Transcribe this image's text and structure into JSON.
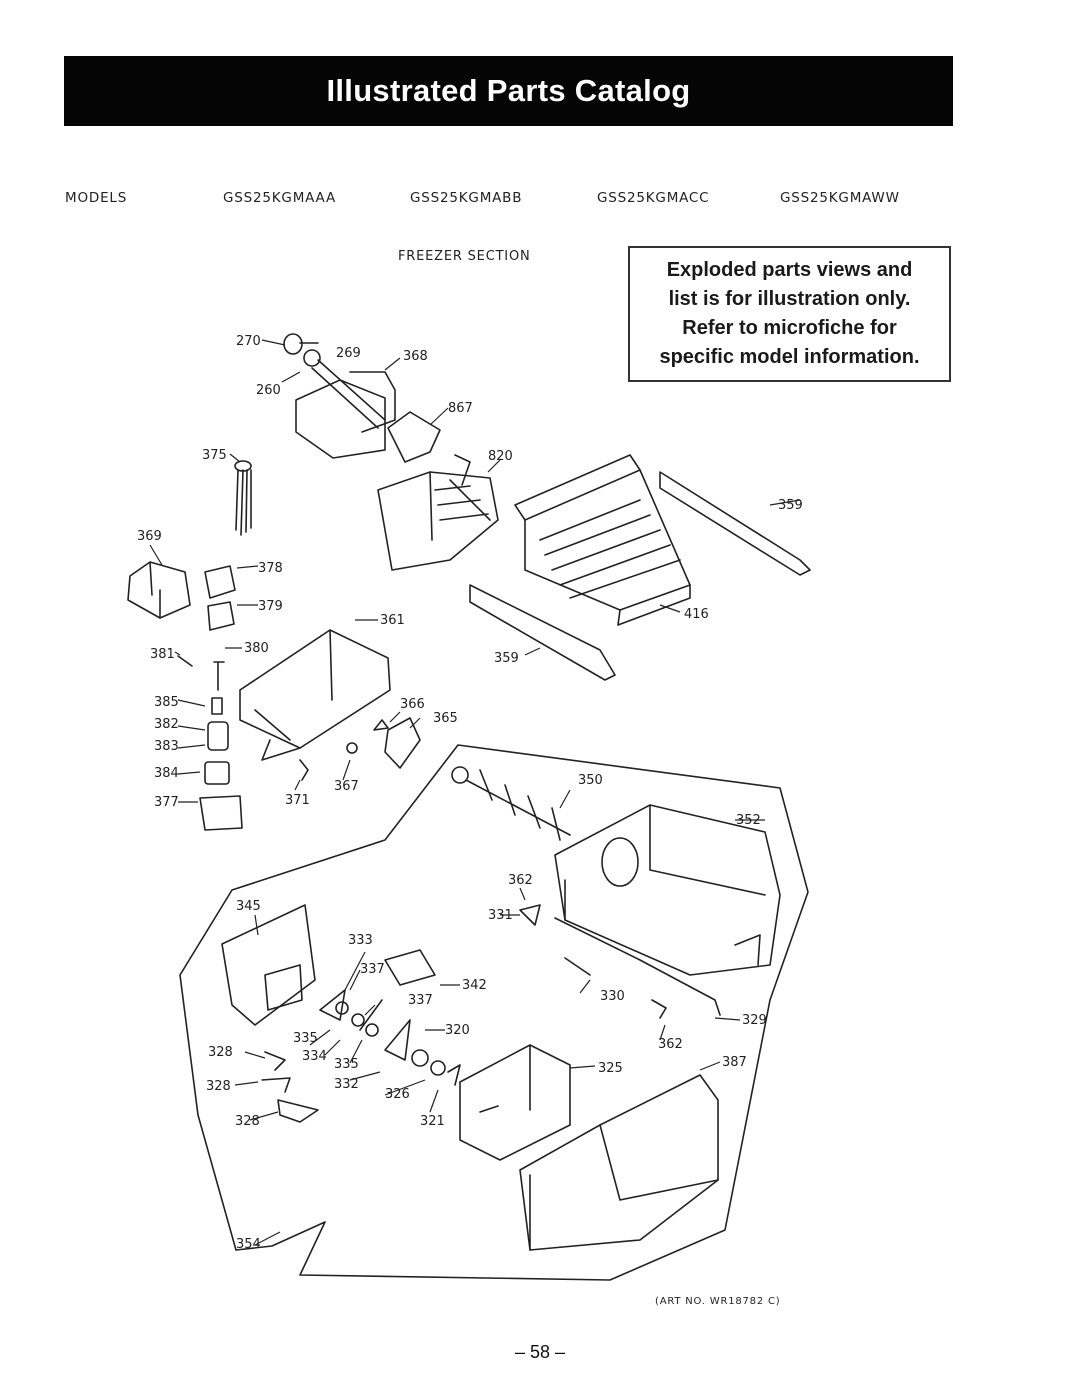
{
  "header": {
    "title": "Illustrated Parts Catalog"
  },
  "models": {
    "label": "MODELS",
    "items": [
      "GSS25KGMAAA",
      "GSS25KGMABB",
      "GSS25KGMACC",
      "GSS25KGMAWW"
    ]
  },
  "section_title": "FREEZER SECTION",
  "notice": {
    "lines": [
      "Exploded parts views and",
      "list is for illustration only.",
      "Refer to microfiche for",
      "specific model information."
    ]
  },
  "callouts": [
    "270",
    "269",
    "368",
    "260",
    "867",
    "375",
    "820",
    "359",
    "369",
    "378",
    "379",
    "361",
    "416",
    "381",
    "380",
    "359",
    "385",
    "366",
    "365",
    "382",
    "383",
    "384",
    "371",
    "367",
    "377",
    "350",
    "352",
    "362",
    "345",
    "331",
    "333",
    "337",
    "342",
    "330",
    "337",
    "329",
    "335",
    "320",
    "334",
    "335",
    "362",
    "387",
    "328",
    "332",
    "326",
    "325",
    "328",
    "321",
    "328",
    "354"
  ],
  "art_number": "(ART NO. WR18782 C)",
  "page_number": "– 58 –"
}
